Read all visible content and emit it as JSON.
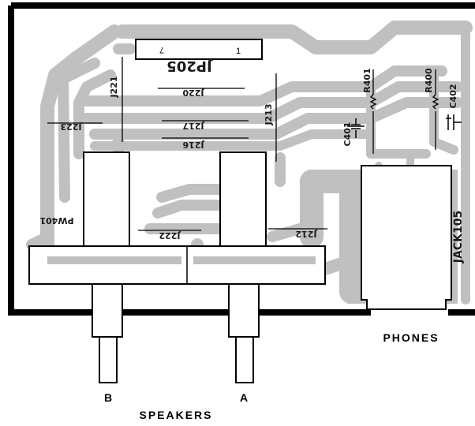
{
  "connector": {
    "ref": "JP205",
    "pin_left": "7",
    "pin_right": "1"
  },
  "jumpers": {
    "j221": "J221",
    "j220": "J220",
    "j223": "J223",
    "j217": "J217",
    "j216": "J216",
    "j213": "J213",
    "j222": "J222",
    "j212": "J212"
  },
  "switch": {
    "ref": "PW401"
  },
  "resistors": {
    "r401": "R401",
    "r400": "R400"
  },
  "capacitors": {
    "c401": "C401",
    "c402": "C402"
  },
  "jack": {
    "ref": "JACK105"
  },
  "labels": {
    "phones": "PHONES",
    "speakers": "SPEAKERS",
    "b": "B",
    "a": "A"
  },
  "colors": {
    "board_border": "#000000",
    "trace": "#c0c0c0",
    "outline": "#000000",
    "background": "#ffffff"
  }
}
